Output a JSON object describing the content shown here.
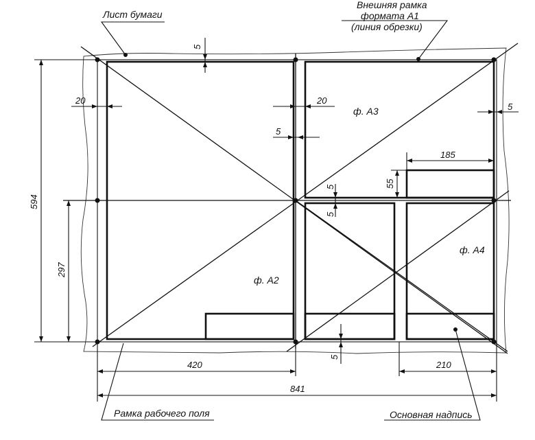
{
  "labels": {
    "sheet": "Лист бумаги",
    "outer_frame_1": "Внешняя рамка",
    "outer_frame_2": "формата А1",
    "outer_frame_3": "(линия обрезки)",
    "work_frame": "Рамка рабочего поля",
    "title_block": "Основная надпись",
    "format_a2": "ф. А2",
    "format_a3": "ф. А3",
    "format_a4": "ф. А4"
  },
  "dimensions": {
    "margin_top": "5",
    "margin_left": "20",
    "margin_a3_left": "20",
    "margin_right": "5",
    "gap_a3_vertical": "5",
    "title_width": "185",
    "title_height": "55",
    "gap_a4_top": "5",
    "gap_a4_bottom": "5",
    "height_a1": "594",
    "height_a2": "297",
    "width_a2": "420",
    "width_a4": "210",
    "width_a1": "841"
  }
}
